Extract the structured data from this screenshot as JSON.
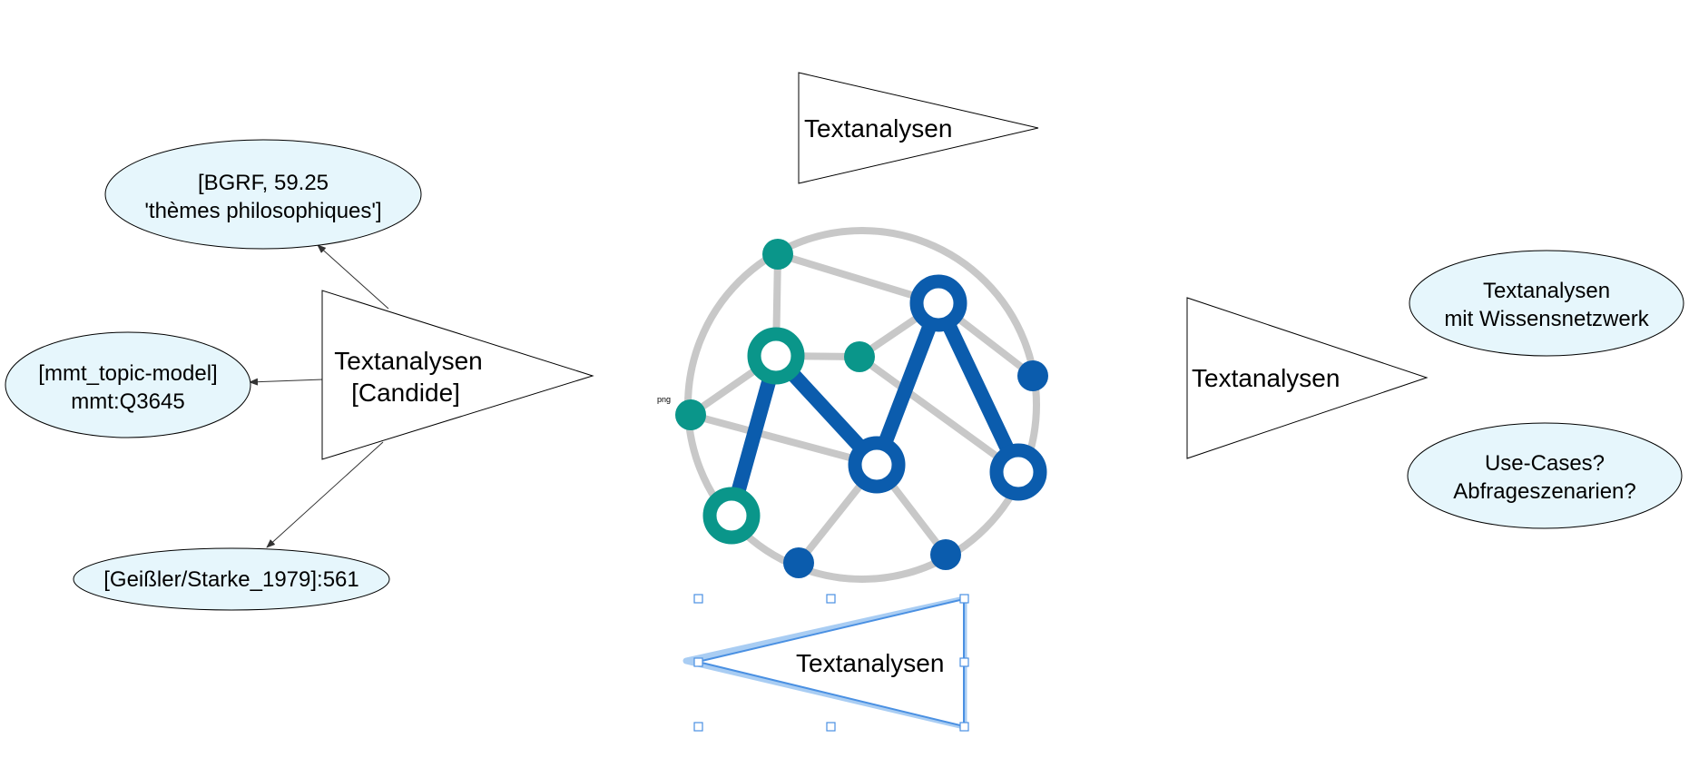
{
  "diagram": {
    "colors": {
      "bubble_fill": "#e6f6fc",
      "stroke": "#000000",
      "selection": "#4a90e2",
      "selection_glow": "#a9cdf3",
      "graph_gray": "#c8c8c8",
      "graph_blue": "#0b5cad",
      "graph_teal": "#0a968a"
    },
    "triangle_top": {
      "label": "Textanalysen"
    },
    "triangle_left": {
      "line1": "Textanalysen",
      "line2": "[Candide]"
    },
    "triangle_right": {
      "label": "Textanalysen"
    },
    "triangle_selected": {
      "label": "Textanalysen"
    },
    "bubble_bgrf": {
      "line1": "[BGRF, 59.25",
      "line2": "'thèmes philosophiques']"
    },
    "bubble_mmt": {
      "line1": "[mmt_topic-model]",
      "line2": "mmt:Q3645"
    },
    "bubble_geissler": {
      "line1": "[Geißler/Starke_1979]:561"
    },
    "bubble_wissensnetzwerk": {
      "line1": "Textanalysen",
      "line2": "mit Wissensnetzwerk"
    },
    "bubble_usecases": {
      "line1": "Use-Cases?",
      "line2": "Abfrageszenarien?"
    },
    "image_label": "png",
    "network_icon": {
      "name": "knowledge-network-icon"
    }
  }
}
